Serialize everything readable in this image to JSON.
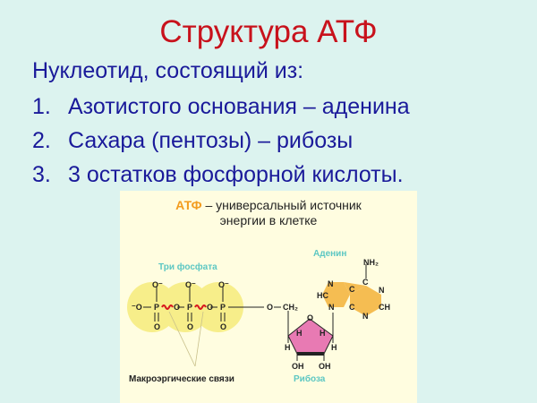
{
  "slide": {
    "title": "Структура АТФ",
    "intro": "Нуклеотид, состоящий из:",
    "items": [
      {
        "num": "1.",
        "text": "Азотистого основания – аденина"
      },
      {
        "num": "2.",
        "text": "Сахара (пентозы) – рибозы"
      },
      {
        "num": "3.",
        "text": "3 остатков фосфорной кислоты."
      }
    ]
  },
  "figure": {
    "caption_highlight": "АТФ",
    "caption_line1_rest": " – универсальный источник",
    "caption_line2": "энергии в клетке",
    "labels": {
      "phosphates": "Три фосфата",
      "adenine": "Аденин",
      "ribose": "Рибоза",
      "high_energy_bonds": "Макроэргические связи"
    },
    "atoms": {
      "o_minus": "O⁻",
      "o": "O",
      "p": "P",
      "ch2": "CH₂",
      "nh2": "NH₂",
      "n": "N",
      "c": "C",
      "hc": "HC",
      "ch": "CH",
      "h": "H",
      "oh": "OH"
    }
  },
  "colors": {
    "background": "#dcf3ef",
    "title": "#c8121c",
    "body_text": "#1a1a9a",
    "panel": "#fffde0",
    "phosphate_glow": "#f7ee8a",
    "adenine_fill": "#f5bd52",
    "ribose_fill": "#e87ab3",
    "bond_wave": "#d8181f",
    "label_teal": "#5cc7c3",
    "atf_orange": "#f39c1e"
  }
}
